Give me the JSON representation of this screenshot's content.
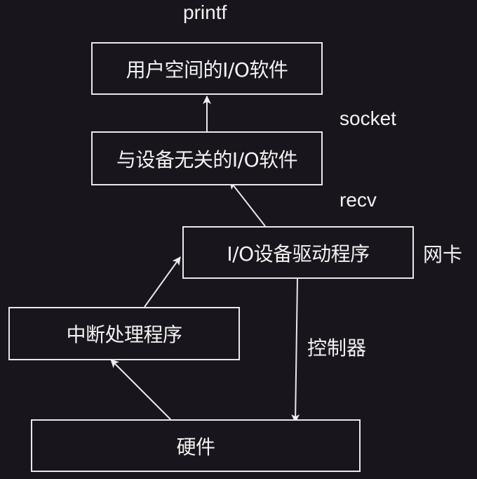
{
  "nodes": {
    "user_space": "用户空间的I/O软件",
    "device_independent": "与设备无关的I/O软件",
    "device_driver": "I/O设备驱动程序",
    "interrupt_handler": "中断处理程序",
    "hardware": "硬件"
  },
  "annotations": {
    "printf": "printf",
    "socket": "socket",
    "recv": "recv",
    "nic": "网卡",
    "controller": "控制器"
  },
  "edges": [
    {
      "from": "device_independent",
      "to": "user_space"
    },
    {
      "from": "device_driver",
      "to": "device_independent"
    },
    {
      "from": "interrupt_handler",
      "to": "device_driver"
    },
    {
      "from": "hardware",
      "to": "interrupt_handler"
    },
    {
      "from": "device_driver",
      "to": "hardware"
    }
  ],
  "colors": {
    "background": "#18161c",
    "stroke": "#e8e8e8",
    "text": "#f2f2f2"
  }
}
